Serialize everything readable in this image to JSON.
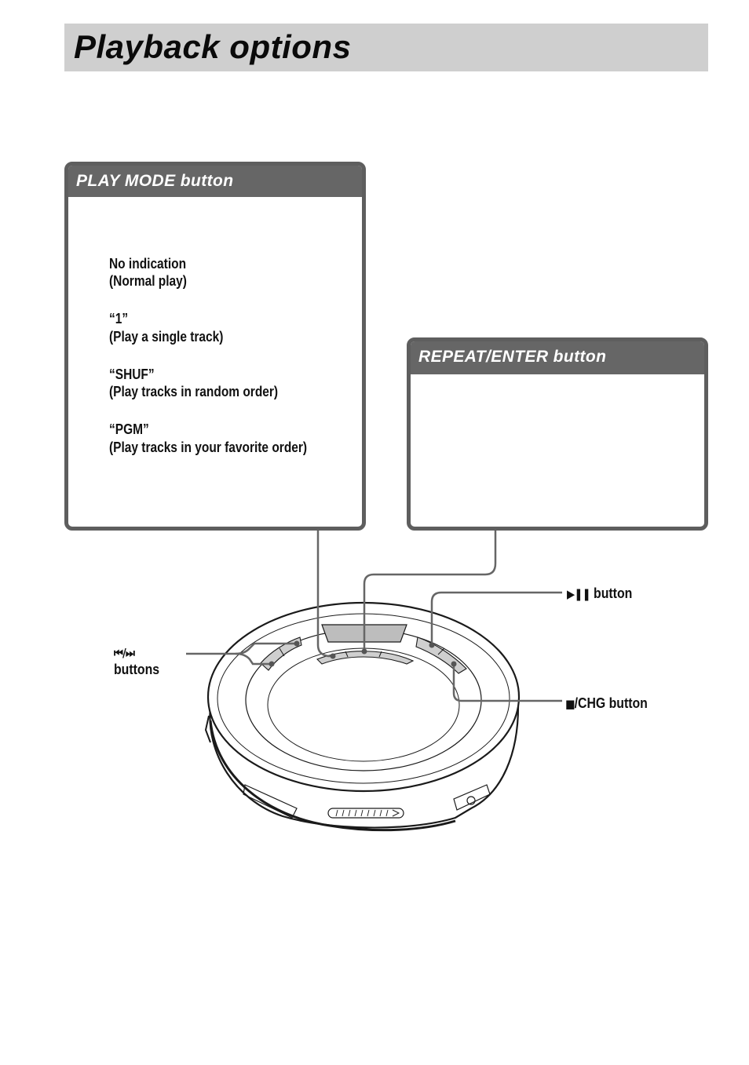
{
  "page": {
    "title": "Playback options"
  },
  "play_mode_box": {
    "heading": "PLAY MODE button",
    "modes": [
      {
        "value": "No indication",
        "desc": "(Normal play)"
      },
      {
        "value": "“1”",
        "desc": "(Play a single track)"
      },
      {
        "value": "“SHUF”",
        "desc": "(Play tracks in random order)"
      },
      {
        "value": "“PGM”",
        "desc": "(Play tracks in your favorite order)"
      }
    ]
  },
  "repeat_box": {
    "heading": "REPEAT/ENTER button"
  },
  "callouts": {
    "skip_glyph": "⏮/⏭",
    "skip_label": "buttons",
    "play_pause_glyph": "▶❚❚",
    "play_pause_label": "button",
    "stop_glyph": "■",
    "stop_label": "/CHG button"
  },
  "colors": {
    "header_bg": "#666666",
    "title_bg": "#cfcfcf",
    "line": "#666666"
  }
}
